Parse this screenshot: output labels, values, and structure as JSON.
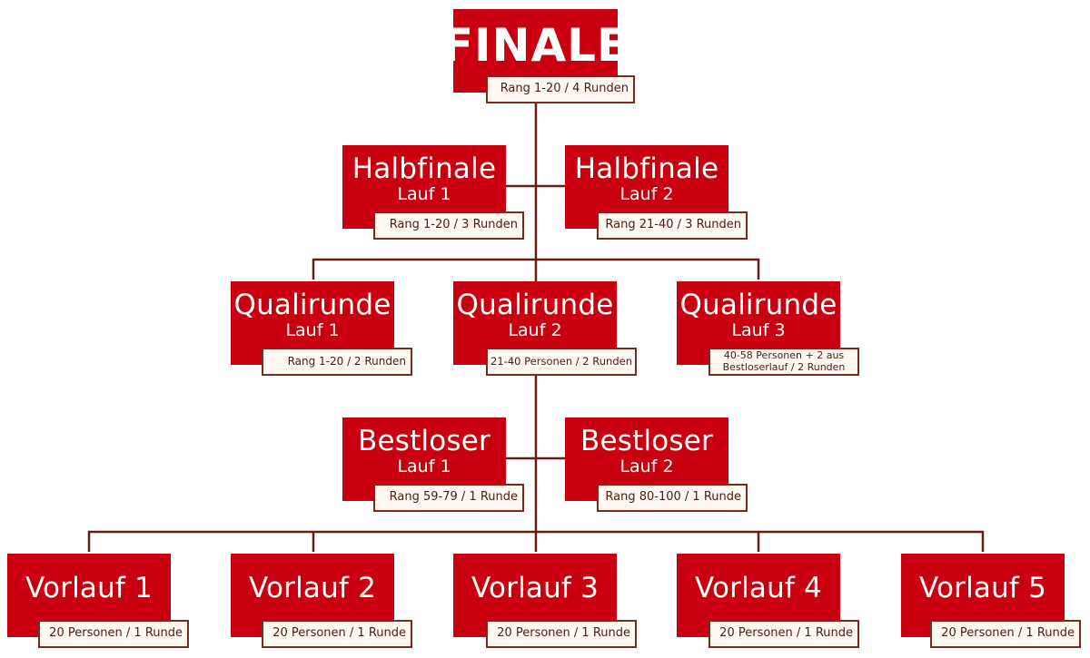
{
  "diagram": {
    "finale": {
      "title": "FINALE",
      "detail": "Rang 1-20 / 4 Runden"
    },
    "halbfinale": [
      {
        "title": "Halbfinale",
        "subtitle": "Lauf 1",
        "detail": "Rang 1-20 / 3 Runden"
      },
      {
        "title": "Halbfinale",
        "subtitle": "Lauf 2",
        "detail": "Rang 21-40 / 3 Runden"
      }
    ],
    "qualirunde": [
      {
        "title": "Qualirunde",
        "subtitle": "Lauf 1",
        "detail": "Rang 1-20 / 2 Runden"
      },
      {
        "title": "Qualirunde",
        "subtitle": "Lauf 2",
        "detail": "21-40 Personen / 2 Runden"
      },
      {
        "title": "Qualirunde",
        "subtitle": "Lauf 3",
        "detail": "40-58 Personen + 2 aus Bestloserlauf / 2 Runden"
      }
    ],
    "bestloser": [
      {
        "title": "Bestloser",
        "subtitle": "Lauf 1",
        "detail": "Rang 59-79 / 1 Runde"
      },
      {
        "title": "Bestloser",
        "subtitle": "Lauf 2",
        "detail": "Rang 80-100 / 1 Runde"
      }
    ],
    "vorlauf": [
      {
        "title": "Vorlauf 1",
        "detail": "20 Personen / 1 Runde"
      },
      {
        "title": "Vorlauf 2",
        "detail": "20 Personen / 1 Runde"
      },
      {
        "title": "Vorlauf 3",
        "detail": "20 Personen / 1 Runde"
      },
      {
        "title": "Vorlauf 4",
        "detail": "20 Personen / 1 Runde"
      },
      {
        "title": "Vorlauf 5",
        "detail": "20 Personen / 1 Runde"
      }
    ]
  },
  "colors": {
    "box": "#c8000f",
    "label_border": "#7a2b1e",
    "connector": "#6b1a10"
  }
}
